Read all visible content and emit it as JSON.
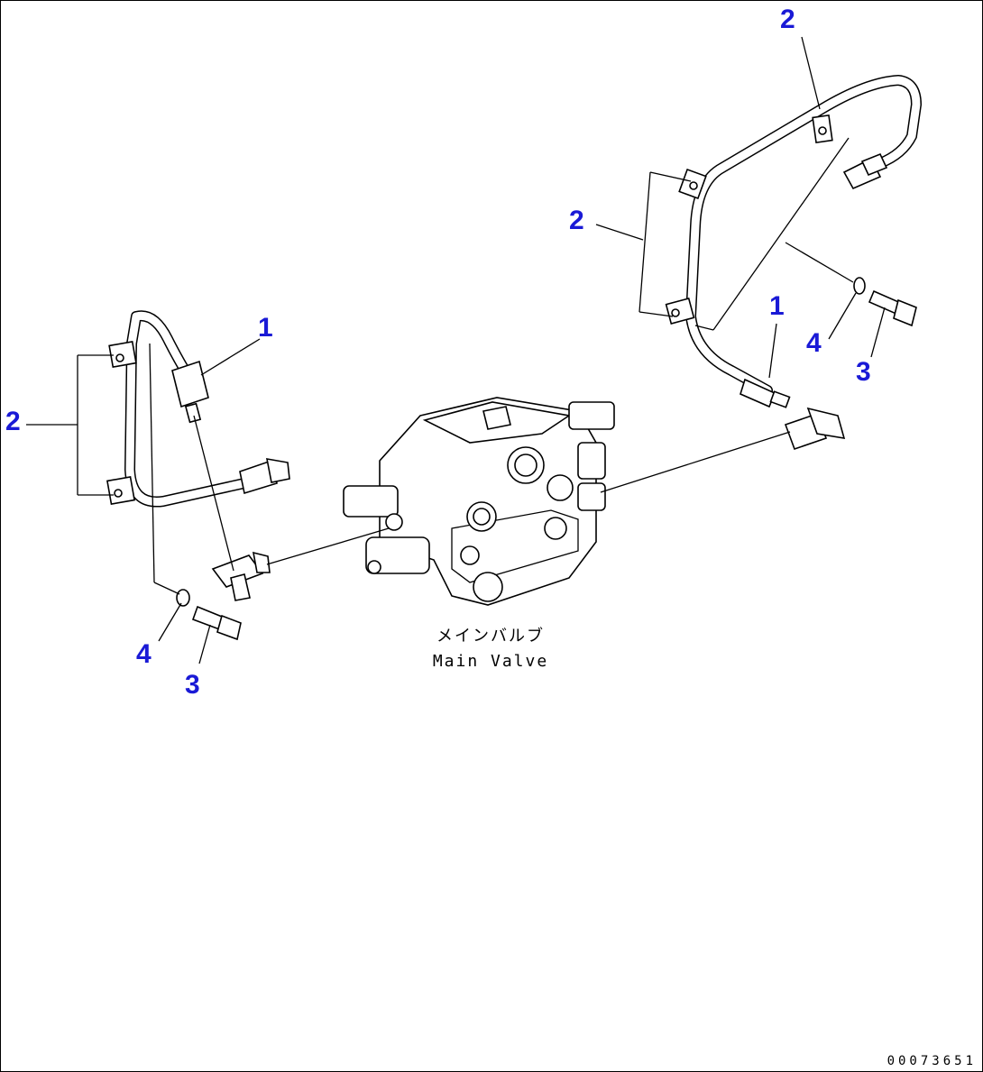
{
  "callouts": [
    {
      "id": "c-2-top-right",
      "text": "2"
    },
    {
      "id": "c-2-mid-right",
      "text": "2"
    },
    {
      "id": "c-1-right",
      "text": "1"
    },
    {
      "id": "c-4-right",
      "text": "4"
    },
    {
      "id": "c-3-right",
      "text": "3"
    },
    {
      "id": "c-1-left",
      "text": "1"
    },
    {
      "id": "c-2-left",
      "text": "2"
    },
    {
      "id": "c-4-left",
      "text": "4"
    },
    {
      "id": "c-3-left",
      "text": "3"
    }
  ],
  "main_valve": {
    "label_jp": "メインバルブ",
    "label_en": "Main Valve"
  },
  "drawing_number": "00073651",
  "colors": {
    "callout": "#1a1ad6",
    "line": "#000000",
    "background": "#ffffff"
  }
}
